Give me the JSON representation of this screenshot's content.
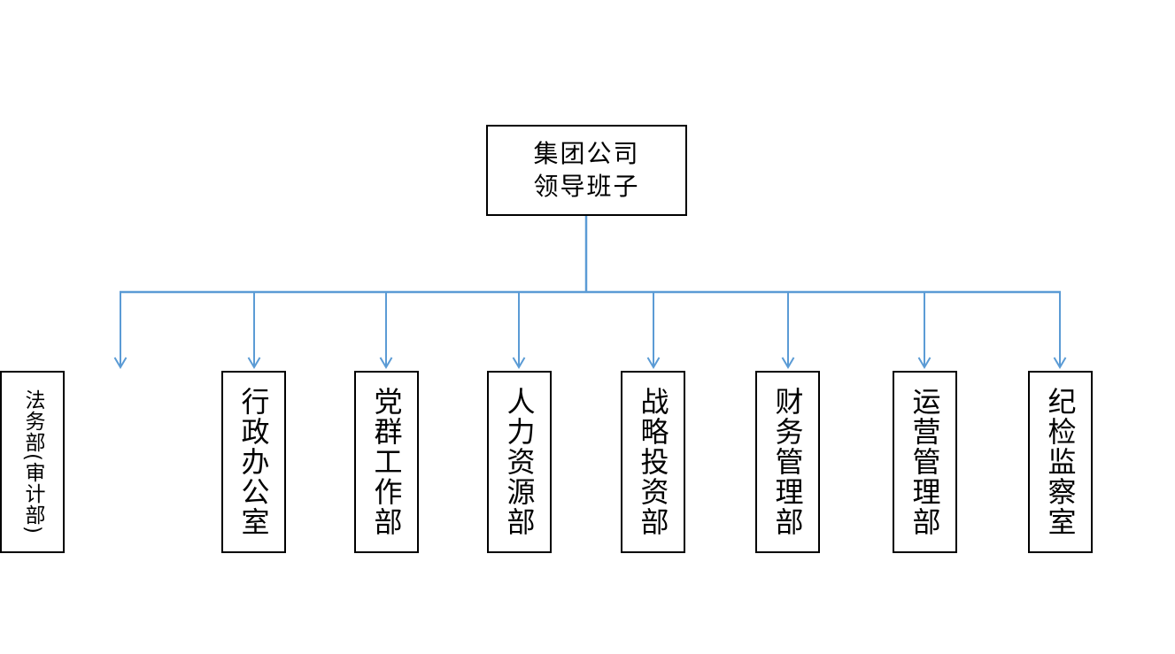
{
  "diagram": {
    "title": "company-organization-chart",
    "root": {
      "label": "集团公司\n领导班子"
    },
    "children": [
      {
        "label": "行政办公室"
      },
      {
        "label": "党群工作部"
      },
      {
        "label": "人力资源部"
      },
      {
        "label": "战略投资部"
      },
      {
        "label": "财务管理部"
      },
      {
        "label": "运营管理部"
      },
      {
        "label": "纪检监察室"
      },
      {
        "label": "法务部(审计部)"
      }
    ],
    "colors": {
      "connector": "#5B9BD5",
      "box_border": "#000000",
      "text": "#000000",
      "background": "#FFFFFF"
    }
  }
}
